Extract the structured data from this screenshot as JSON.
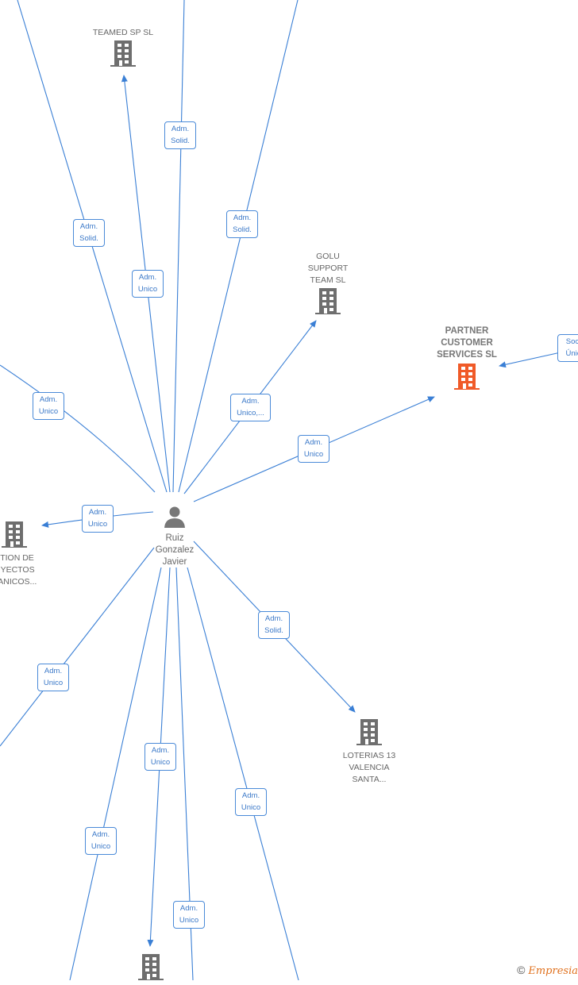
{
  "center": {
    "name_lines": [
      "Ruiz",
      "Gonzalez",
      "Javier"
    ],
    "icon": "person-icon"
  },
  "companies": [
    {
      "id": "teamed",
      "lines": [
        "TEAMED SP  SL"
      ],
      "highlight": false
    },
    {
      "id": "golu",
      "lines": [
        "GOLU",
        "SUPPORT",
        "TEAM SL"
      ],
      "highlight": false
    },
    {
      "id": "partner",
      "lines": [
        "PARTNER",
        "CUSTOMER",
        "SERVICES  SL"
      ],
      "highlight": true
    },
    {
      "id": "gestion",
      "lines": [
        "STION DE",
        "OYECTOS",
        "CANICOS..."
      ],
      "highlight": false
    },
    {
      "id": "loterias",
      "lines": [
        "LOTERIAS 13",
        "VALENCIA",
        "SANTA..."
      ],
      "highlight": false
    },
    {
      "id": "bottom",
      "lines": [],
      "highlight": false
    }
  ],
  "relations": [
    {
      "l1": "Adm.",
      "l2": "Solid."
    },
    {
      "l1": "Adm.",
      "l2": "Solid."
    },
    {
      "l1": "Adm.",
      "l2": "Solid."
    },
    {
      "l1": "Adm.",
      "l2": "Unico"
    },
    {
      "l1": "Adm.",
      "l2": "Unico"
    },
    {
      "l1": "Adm.",
      "l2": "Unico,..."
    },
    {
      "l1": "Adm.",
      "l2": "Unico"
    },
    {
      "l1": "Adm.",
      "l2": "Unico"
    },
    {
      "l1": "Adm.",
      "l2": "Solid."
    },
    {
      "l1": "Adm.",
      "l2": "Unico"
    },
    {
      "l1": "Adm.",
      "l2": "Unico"
    },
    {
      "l1": "Adm.",
      "l2": "Unico"
    },
    {
      "l1": "Adm.",
      "l2": "Unico"
    },
    {
      "l1": "Adm.",
      "l2": "Unico"
    },
    {
      "l1": "Soci",
      "l2": "Únic"
    }
  ],
  "footer": {
    "copyright": "©",
    "brand": "Empresia"
  },
  "colors": {
    "edge": "#3a7fd5",
    "building": "#6e6e6e",
    "highlight": "#f05a28"
  }
}
